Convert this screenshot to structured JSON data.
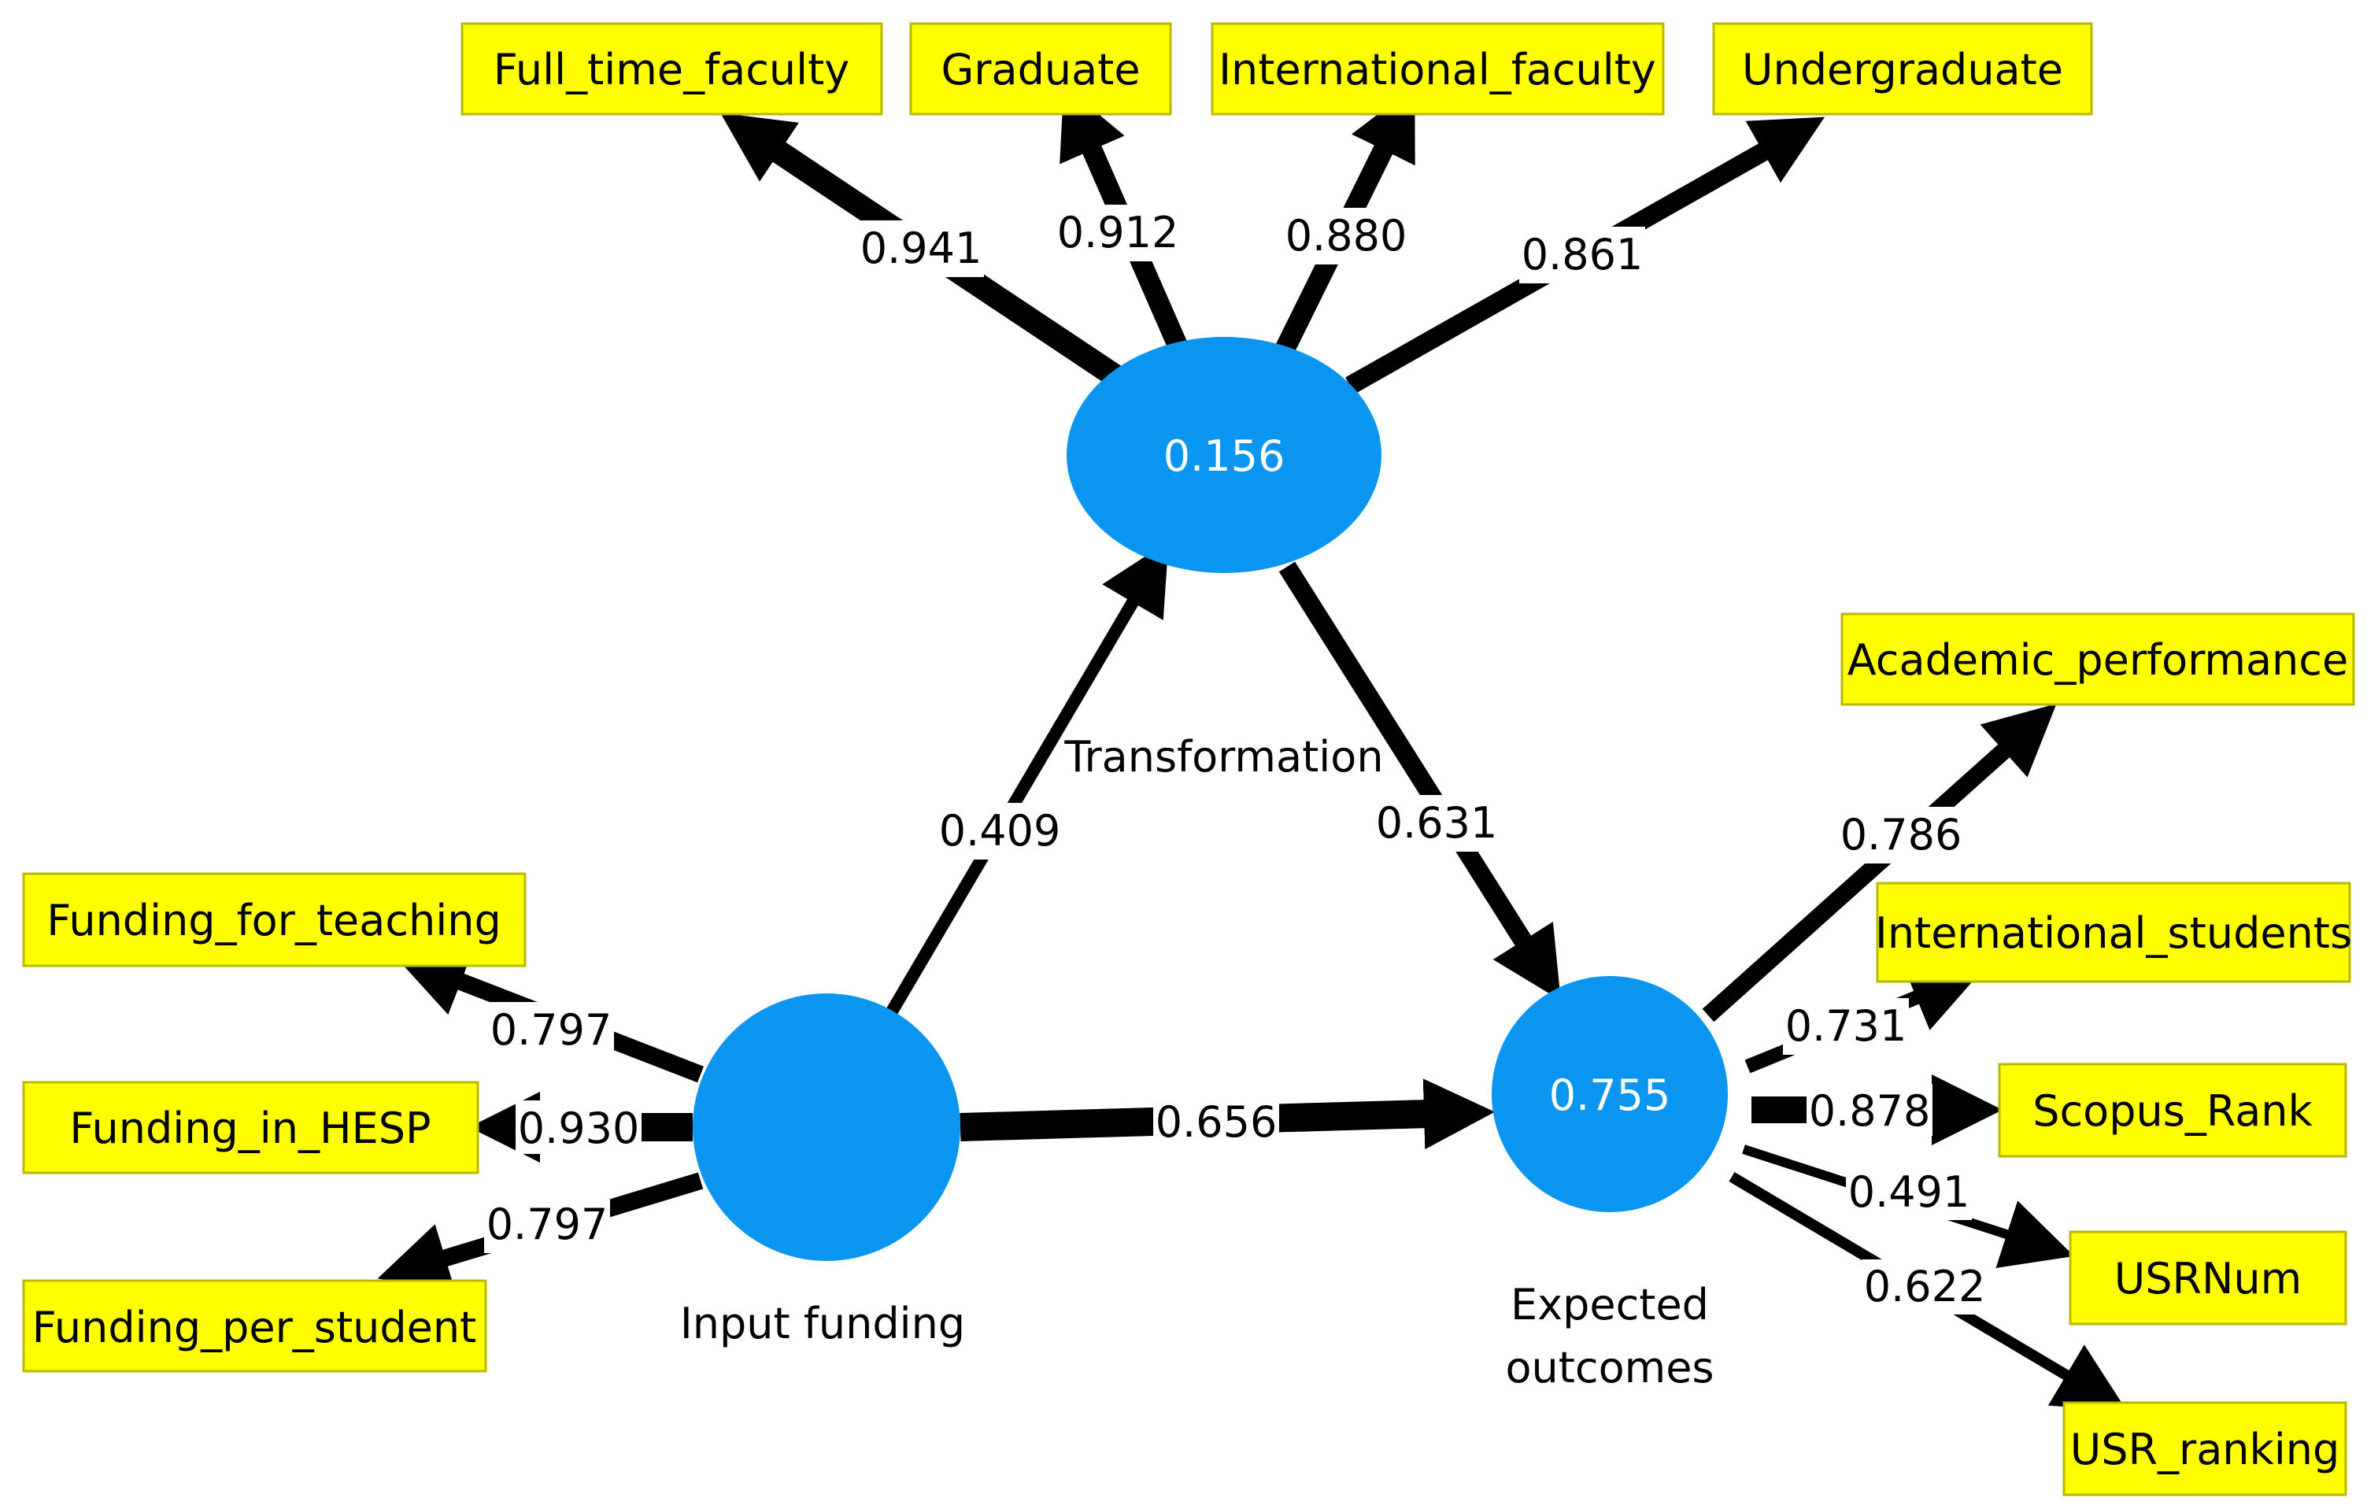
{
  "colors": {
    "latent_fill": "#0a96f0",
    "indicator_fill": "#ffff00",
    "line": "#000000"
  },
  "latent": {
    "transformation": {
      "name": "Transformation",
      "r2": "0.156"
    },
    "input_funding": {
      "name": "Input funding",
      "r2": ""
    },
    "expected_outcomes": {
      "name_line1": "Expected",
      "name_line2": "outcomes",
      "r2": "0.755"
    }
  },
  "indicators": {
    "full_time_faculty": "Full_time_faculty",
    "graduate": "Graduate",
    "international_faculty": "International_faculty",
    "undergraduate": "Undergraduate",
    "academic_performance": "Academic_performance",
    "international_students": "International_students",
    "scopus_rank": "Scopus_Rank",
    "usrnum": "USRNum",
    "usr_ranking": "USR_ranking",
    "funding_for_teaching": "Funding_for_teaching",
    "funding_in_hesp": "Funding_in_HESP",
    "funding_per_student": "Funding_per_student"
  },
  "weights": {
    "full_time_faculty": "0.941",
    "graduate": "0.912",
    "international_faculty": "0.880",
    "undergraduate": "0.861",
    "input_to_transformation": "0.409",
    "transformation_to_outcomes": "0.631",
    "input_to_outcomes": "0.656",
    "academic_performance": "0.786",
    "international_students": "0.731",
    "scopus_rank": "0.878",
    "usrnum": "0.491",
    "usr_ranking": "0.622",
    "funding_for_teaching": "0.797",
    "funding_in_hesp": "0.930",
    "funding_per_student": "0.797"
  }
}
